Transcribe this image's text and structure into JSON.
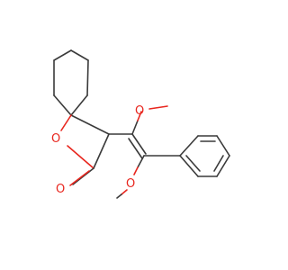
{
  "molecule": {
    "atoms": {
      "ring_oxygen": "O",
      "carbonyl_oxygen": "O",
      "methoxy_upper_oxygen": "O",
      "methoxy_lower_oxygen": "O"
    },
    "colors": {
      "bond": "#3a3a3a",
      "heteroatom": "#e8261e",
      "background": "#ffffff"
    }
  }
}
